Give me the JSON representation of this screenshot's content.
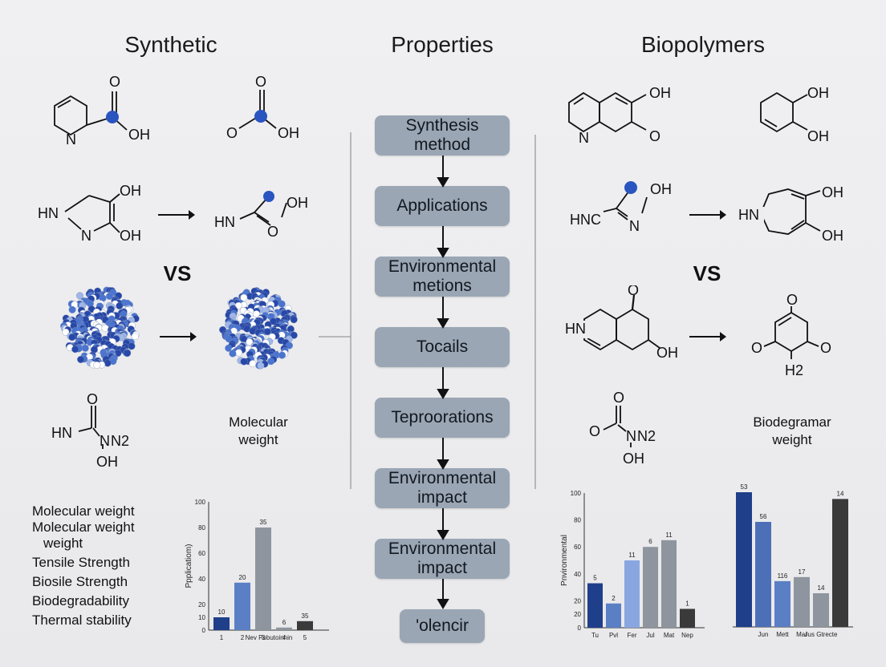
{
  "headers": {
    "synthetic": "Synthetic",
    "properties": "Properties",
    "biopolymers": "Biopolymers"
  },
  "vs_left": "VS",
  "vs_right": "VS",
  "flow": [
    "Synthesis\nmethod",
    "Applications",
    "Environmental\nmetions",
    "Tocails",
    "Teproorations",
    "Environmental\nimpact",
    "Environmental\nimpact",
    "'olencir"
  ],
  "captions": {
    "left": "Molecular\nweight",
    "right": "Biodegramar\nweight"
  },
  "property_list": [
    "Molecular weight",
    "Molecular weight",
    "weight",
    "Tensile Strength",
    "Biosile Strength",
    "Biodegradability",
    "Thermal stability"
  ],
  "molecules": {
    "s1": {
      "o": "O",
      "oh": "OH",
      "n": "N"
    },
    "s2": {
      "o_top": "O",
      "o_left": "O",
      "oh": "OH"
    },
    "s3": {
      "hn": "HN",
      "n": "N",
      "oh1": "OH",
      "oh2": "OH"
    },
    "s4": {
      "hn": "HN",
      "o": "O",
      "oh": "OH"
    },
    "s5": {
      "o": "O",
      "hn": "HN",
      "n": "N",
      "n2": "N2",
      "oh": "OH"
    },
    "b1": {
      "n": "N",
      "oh": "OH",
      "o": "O"
    },
    "b2": {
      "oh1": "OH",
      "oh2": "OH"
    },
    "b3": {
      "hn": "HNC",
      "n": "N",
      "oh": "OH"
    },
    "b4": {
      "hn": "HN",
      "oh1": "OH",
      "oh2": "OH"
    },
    "b5": {
      "hn": "HN",
      "o": "O",
      "oh": "OH"
    },
    "b6": {
      "o_top": "O",
      "o_left": "O",
      "o_right": "O",
      "h2": "H2"
    },
    "b7": {
      "o_top": "O",
      "o_left": "O",
      "n": "N",
      "n2": "N2",
      "oh": "OH"
    }
  },
  "chart_data": [
    {
      "type": "bar",
      "ylabel": "Ppplicatiom)",
      "xlabel": "Nev Pobutoinnin",
      "ylim": [
        0,
        100
      ],
      "yticks": [
        0,
        10,
        20,
        40,
        60,
        80,
        100
      ],
      "categories": [
        "1",
        "2",
        "3",
        "4",
        "5"
      ],
      "values": [
        10,
        37,
        80,
        2,
        7
      ],
      "labels": [
        "10",
        "20",
        "35",
        "6",
        "35"
      ],
      "colors": [
        "#1f3f8a",
        "#5b7fc4",
        "#8e959e",
        "#8e959e",
        "#3a3a3a"
      ]
    },
    {
      "type": "bar",
      "ylabel": "Pnvironmental",
      "ylim": [
        0,
        100
      ],
      "yticks": [
        0,
        20,
        20,
        40,
        60,
        80,
        100
      ],
      "categories": [
        "Tu",
        "Pvl",
        "Fer",
        "Jul",
        "Mat",
        "Nep"
      ],
      "values": [
        33,
        18,
        50,
        60,
        65,
        14
      ],
      "labels": [
        "5",
        "2",
        "11",
        "6",
        "11",
        "1"
      ],
      "colors": [
        "#1f3f8a",
        "#5b7fc4",
        "#8aa6e0",
        "#8e959e",
        "#8e959e",
        "#3a3a3a"
      ]
    },
    {
      "type": "bar",
      "categories": [
        "",
        "Jun",
        "Mett",
        "Mar",
        "Jus Gtrecte",
        ""
      ],
      "values": [
        100,
        78,
        34,
        37,
        25,
        95
      ],
      "labels": [
        "53",
        "56",
        "116",
        "17",
        "14",
        "14"
      ],
      "colors": [
        "#1f3f8a",
        "#4d6fb8",
        "#5b7fc4",
        "#8e959e",
        "#8e959e",
        "#3a3a3a"
      ]
    }
  ]
}
